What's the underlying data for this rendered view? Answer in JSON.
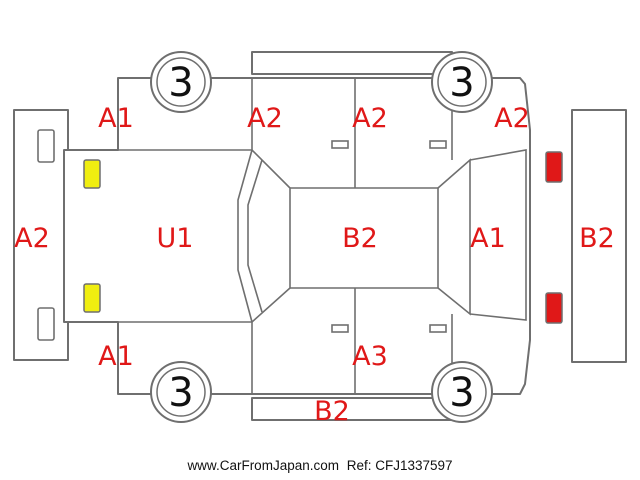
{
  "colors": {
    "label": "#e01818",
    "outline": "#6f6f6f",
    "front_lamp": "#f0ee10",
    "rear_lamp": "#e01818"
  },
  "labels": {
    "front_bumper": "A2",
    "front_left_fender": "A1",
    "front_right_fender": "A1",
    "left_front_door": "A2",
    "left_rear_door": "A2",
    "left_quarter": "A2",
    "hood": "U1",
    "roof": "B2",
    "trunk": "A1",
    "rear_bumper": "B2",
    "right_rear_door": "A3",
    "right_rocker": "B2"
  },
  "wheels": {
    "top_left": "3",
    "top_right": "3",
    "bottom_left": "3",
    "bottom_right": "3"
  },
  "footer": {
    "site": "www.CarFromJapan.com",
    "ref": "Ref: CFJ1337597"
  }
}
